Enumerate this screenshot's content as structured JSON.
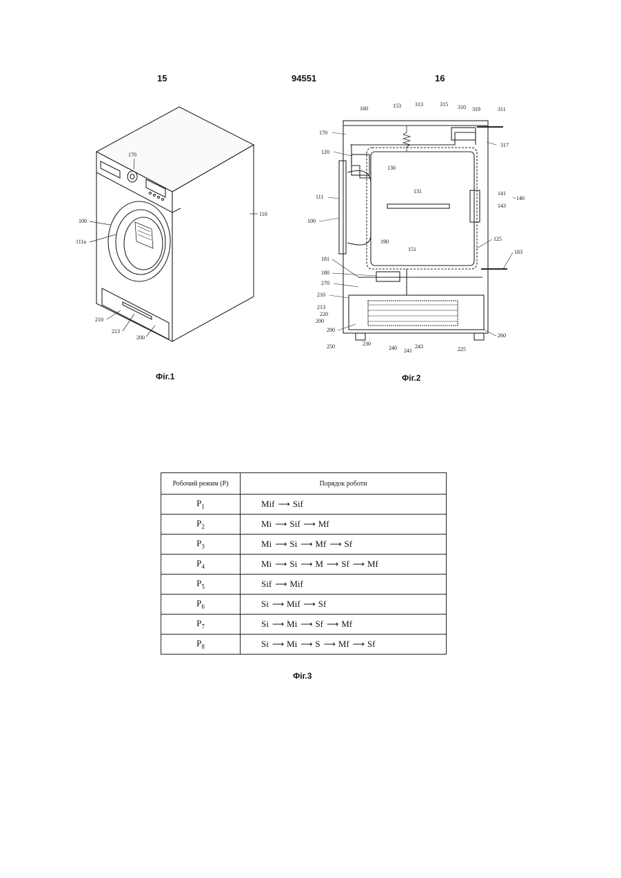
{
  "header": {
    "left_page": "15",
    "doc_number": "94551",
    "right_page": "16"
  },
  "fig1": {
    "caption": "Фіг.1",
    "labels": [
      "170",
      "110",
      "100",
      "111a",
      "210",
      "213",
      "200"
    ]
  },
  "fig2": {
    "caption": "Фіг.2",
    "labels": {
      "l160": "160",
      "l153": "153",
      "l313": "313",
      "l315": "315",
      "l310": "310",
      "l319": "319",
      "l311": "311",
      "l170": "170",
      "l317": "317",
      "l120": "120",
      "l130": "130",
      "l131": "131",
      "l141": "141",
      "l140": "140",
      "l143": "143",
      "l111": "111",
      "l100": "100",
      "l125": "125",
      "l190": "190",
      "l151": "151",
      "l183": "183",
      "l181": "181",
      "l180": "180",
      "l270": "270",
      "l210": "210",
      "l213": "213",
      "l220": "220",
      "l200": "200",
      "l290": "290",
      "l260": "260",
      "l250": "250",
      "l230": "230",
      "l240": "240",
      "l241": "241",
      "l243": "243",
      "l225": "225"
    }
  },
  "fig3": {
    "caption": "Фіг.3",
    "headers": {
      "mode": "Робочий режим (P)",
      "order": "Порядок роботи"
    },
    "arrow": "⟶",
    "rows": [
      {
        "mode": "P",
        "sub": "1",
        "steps": [
          "Mif",
          "Sif"
        ]
      },
      {
        "mode": "P",
        "sub": "2",
        "steps": [
          "Mi",
          "Sif",
          "Mf"
        ]
      },
      {
        "mode": "P",
        "sub": "3",
        "steps": [
          "Mi",
          "Si",
          "Mf",
          "Sf"
        ]
      },
      {
        "mode": "P",
        "sub": "4",
        "steps": [
          "Mi",
          "Si",
          "M",
          "Sf",
          "Mf"
        ]
      },
      {
        "mode": "P",
        "sub": "5",
        "steps": [
          "Sif",
          "Mif"
        ]
      },
      {
        "mode": "P",
        "sub": "6",
        "steps": [
          "Si",
          "Mif",
          "Sf"
        ]
      },
      {
        "mode": "P",
        "sub": "7",
        "steps": [
          "Si",
          "Mi",
          "Sf",
          "Mf"
        ]
      },
      {
        "mode": "P",
        "sub": "8",
        "steps": [
          "Si",
          "Mi",
          "S",
          "Mf",
          "Sf"
        ]
      }
    ]
  }
}
